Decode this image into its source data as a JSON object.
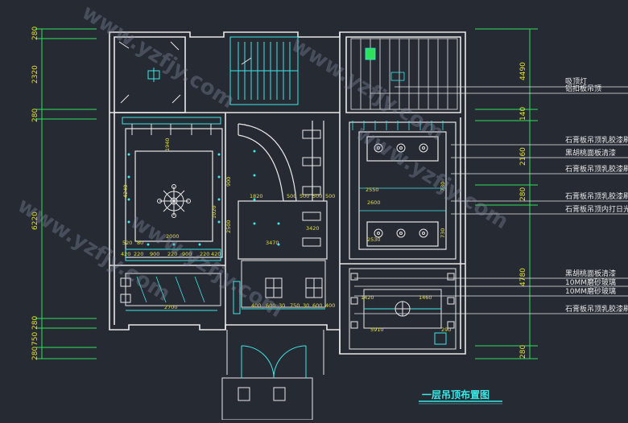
{
  "title": "一层吊顶布置图",
  "left_dims": [
    "280",
    "2320",
    "280",
    "6220",
    "280",
    "750",
    "280"
  ],
  "right_dims": [
    "4490",
    "140",
    "2160",
    "280",
    "4780",
    "280"
  ],
  "callouts": [
    "吸顶灯",
    "铝扣板吊顶",
    "石膏板吊顶乳胶漆刷",
    "黑胡桃面板清漆",
    "石膏板吊顶乳胶漆刷",
    "石膏板吊顶乳胶漆刷",
    "石膏板吊顶内打日光",
    "黑胡桃面板清漆",
    "10MM磨砂玻璃",
    "10MM磨砂玻璃",
    "石膏板吊顶乳胶漆刷"
  ],
  "plan_dims": {
    "left_room": [
      "1940",
      "4240",
      "1020",
      "2000",
      "520",
      "80",
      "420",
      "220",
      "900",
      "220",
      "900",
      "220",
      "420",
      "2700",
      "900",
      "2500"
    ],
    "middle": [
      "1820",
      "3470",
      "500",
      "500",
      "500",
      "500",
      "3420",
      "400",
      "600",
      "30",
      "750",
      "30",
      "600",
      "400"
    ],
    "right_room": [
      "2550",
      "2600",
      "2530",
      "730",
      "730",
      "5910",
      "1420",
      "1460",
      "290"
    ]
  },
  "watermark": "www.yzfjy.com",
  "colors": {
    "background": "#262a33",
    "wall": "#e8e8e8",
    "cyan": "#3ce8e8",
    "green": "#2fe05a",
    "yellow": "#e0e030",
    "red": "#e84040",
    "magenta": "#c040c0"
  }
}
